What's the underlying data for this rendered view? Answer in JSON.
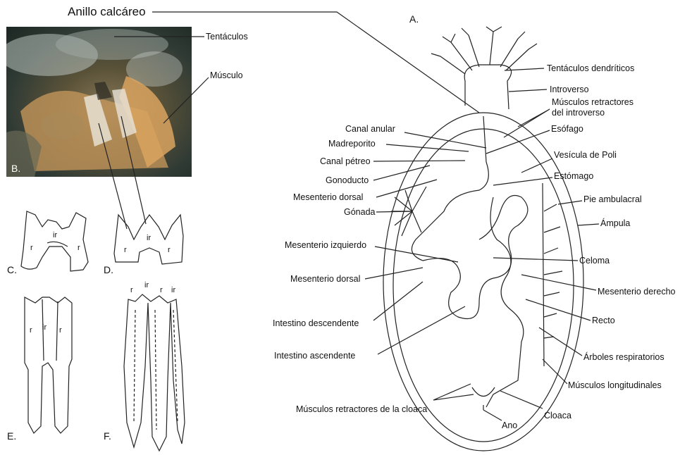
{
  "title": "Anillo calcáreo",
  "panels": {
    "A": "A.",
    "B": "B.",
    "C": "C.",
    "D": "D.",
    "E": "E.",
    "F": "F."
  },
  "photo_labels": {
    "tentacles": "Tentáculos",
    "muscle": "Músculo"
  },
  "ossicle_labels": {
    "r": "r",
    "ir": "ir"
  },
  "labels_right": {
    "dendritic_tentacles": "Tentáculos dendríticos",
    "introvert": "Introverso",
    "retractor_muscles_1": "Músculos retractores",
    "retractor_muscles_2": "del introverso",
    "esophagus": "Esófago",
    "polian_vesicle": "Vesícula de Poli",
    "stomach": "Estómago",
    "tube_foot": "Pie ambulacral",
    "ampulla": "Ámpula",
    "coelom": "Celoma",
    "right_mesentery": "Mesenterio derecho",
    "rectum": "Recto",
    "respiratory_trees": "Árboles respiratorios",
    "longitudinal_muscles": "Músculos longitudinales",
    "cloaca": "Cloaca",
    "anus": "Ano"
  },
  "labels_left": {
    "ring_canal": "Canal anular",
    "madreporite": "Madreporito",
    "stone_canal": "Canal pétreo",
    "gonoduct": "Gonoducto",
    "dorsal_mesentery_1": "Mesenterio dorsal",
    "gonad": "Gónada",
    "left_mesentery": "Mesenterio izquierdo",
    "dorsal_mesentery_2": "Mesenterio dorsal",
    "descending_intestine": "Intestino descendente",
    "ascending_intestine": "Intestino ascendente",
    "cloacal_retractors": "Músculos retractores de la cloaca"
  },
  "colors": {
    "line": "#222222",
    "photo_bg": "#3a4a40"
  }
}
